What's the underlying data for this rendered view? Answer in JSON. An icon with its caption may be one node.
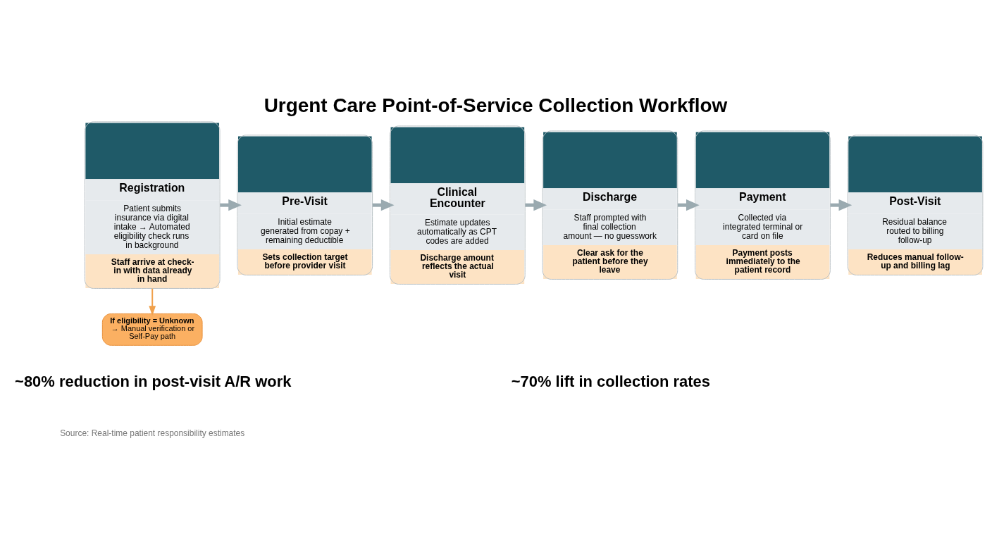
{
  "diagram": {
    "title": "Urgent Care Point-of-Service Collection Workflow",
    "caption": "Source: Real-time patient responsibility estimates",
    "nodes": [
      {
        "text": [
          "Registration",
          "Patient submits insurance via digital intake → Automated eligibility check runs in background",
          "Staff arrive at check-in with data already in hand"
        ]
      },
      {
        "text": [
          "Pre-Visit",
          "Initial estimate generated from copay + remaining deductible",
          "Sets collection target before provider visit"
        ]
      },
      {
        "text": [
          "Clinical Encounter",
          "Estimate updates automatically as CPT codes are added",
          "Discharge amount reflects the actual visit"
        ]
      },
      {
        "text": [
          "Discharge",
          "Staff prompted with final collection amount — no guesswork",
          "Clear ask for the patient before they leave"
        ]
      },
      {
        "text": [
          "Payment",
          "Collected via integrated terminal or card on file",
          "Payment posts immediately to the patient record"
        ]
      },
      {
        "text": [
          "Post-Visit",
          "Residual balance routed to billing follow-up",
          "Reduces manual follow-up and billing lag"
        ]
      },
      {
        "text": [
          "If eligibility = Unknown",
          "→ Manual verification or Self-Pay path"
        ]
      }
    ],
    "edges": [
      {
        "from": 0,
        "to": 1,
        "arrow": "to"
      },
      {
        "from": 1,
        "to": 2,
        "arrow": "to"
      },
      {
        "from": 2,
        "to": 3,
        "arrow": "to"
      },
      {
        "from": 3,
        "to": 4,
        "arrow": "to"
      },
      {
        "from": 4,
        "to": 5,
        "arrow": "to"
      },
      {
        "from": 0,
        "to": 6,
        "arrow": "to",
        "color": "#f0a04b"
      }
    ],
    "labels": [
      "~80% reduction in post-visit A/R work",
      "~70% lift in collection rates"
    ]
  }
}
